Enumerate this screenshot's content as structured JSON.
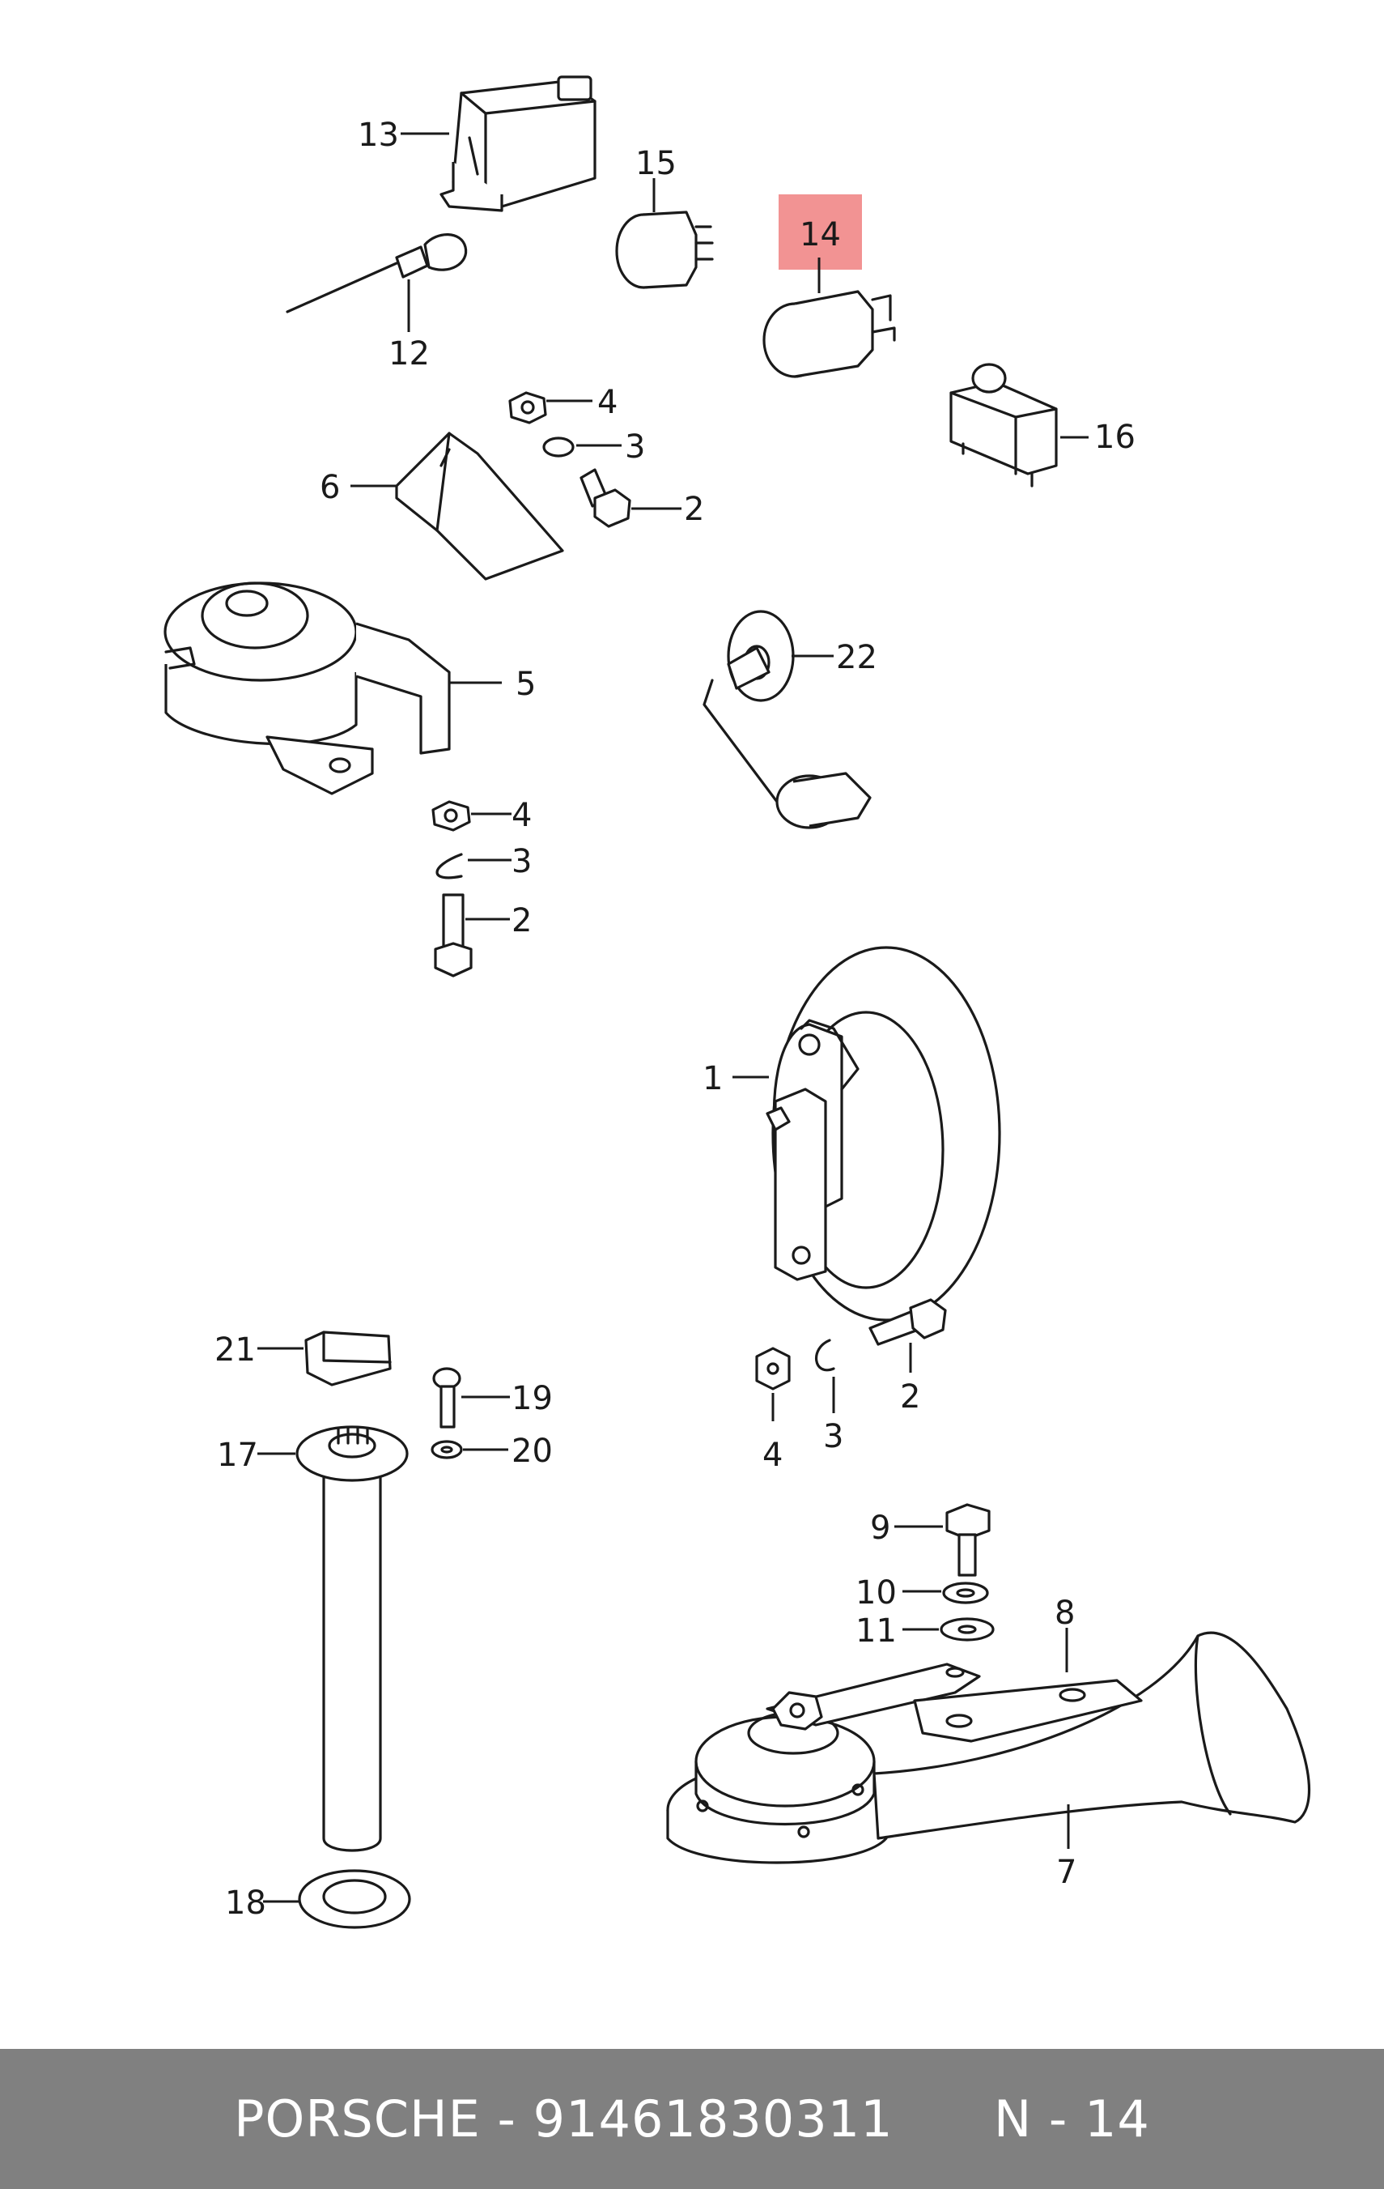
{
  "callouts": {
    "c1": "1",
    "c2a": "2",
    "c2b": "2",
    "c2c": "2",
    "c3a": "3",
    "c3b": "3",
    "c3c": "3",
    "c4a": "4",
    "c4b": "4",
    "c4c": "4",
    "c5": "5",
    "c6": "6",
    "c7": "7",
    "c8": "8",
    "c9": "9",
    "c10": "10",
    "c11": "11",
    "c12": "12",
    "c13": "13",
    "c14": "14",
    "c15": "15",
    "c16": "16",
    "c17": "17",
    "c18": "18",
    "c19": "19",
    "c20": "20",
    "c21": "21",
    "c22": "22"
  },
  "highlighted_part": "14",
  "colors": {
    "highlight": "#f08080",
    "footer_background": "#808080",
    "footer_text": "#ffffff",
    "line": "#1a1a1a"
  },
  "footer": {
    "brand": "PORSCHE",
    "separator": " - ",
    "part_number": "91461830311",
    "spacer": "      ",
    "position_label": "N - 14"
  }
}
